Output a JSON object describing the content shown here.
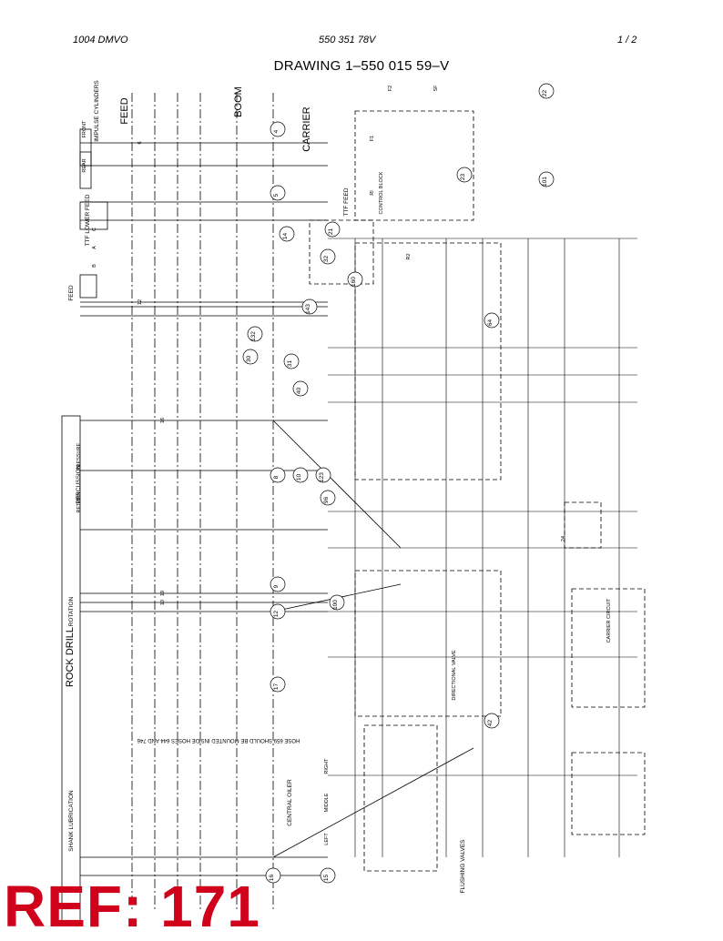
{
  "header": {
    "left": "1004 DMVO",
    "center": "550 351 78V",
    "right": "1 /  2"
  },
  "drawing": {
    "title": "DRAWING 1–550 015 59–V",
    "zones": [
      "FEED",
      "BOOM",
      "CARRIER",
      "ROCK DRILL"
    ],
    "sections": [
      "IMPULSE CYLINDERS",
      "TTF LOWER FEED",
      "FEED",
      "PERCUSSION",
      "ROTATION",
      "SHANK LUBRICATION",
      "TTF FEED",
      "CENTRAL OILER",
      "FLUSHING VALVES"
    ],
    "labels": [
      "FRONT",
      "REAR",
      "PRESSURE",
      "RETURN",
      "RIGHT",
      "MIDDLE",
      "LEFT",
      "CONTROL BLOCK",
      "DIRECTIONAL VALVE",
      "CARRIER CIRCUIT",
      "SF",
      "F2",
      "F1",
      "RI",
      "R2",
      "A",
      "B",
      "C"
    ],
    "callouts": [
      "22",
      "4",
      "5",
      "8",
      "9",
      "10",
      "12",
      "14",
      "15",
      "16",
      "17",
      "21",
      "23",
      "30",
      "31",
      "32",
      "40",
      "42",
      "64",
      "96",
      "100",
      "101",
      "123",
      "132",
      "143",
      "160"
    ],
    "numbers": [
      "6",
      "12",
      "16",
      "10",
      "19",
      "24"
    ],
    "note": "HOSE 659 SHOULD BE MOUNTED INSIDE HOSES 644 AND 746"
  },
  "stamp": {
    "text": "REF: 171",
    "color": "#d0021b"
  }
}
